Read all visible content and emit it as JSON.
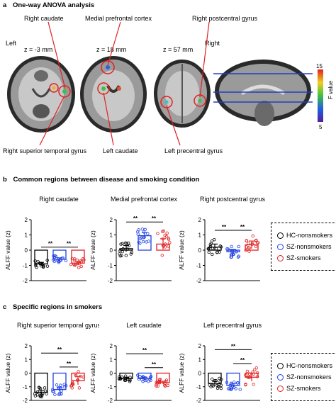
{
  "panel_a": {
    "letter": "a",
    "title": "One-way ANOVA analysis",
    "annot_right_caudate": "Right caudate",
    "annot_mpfc": "Medial prefrontal cortex",
    "annot_right_postcentral": "Right postcentral gyrus",
    "annot_left": "Left",
    "annot_right": "Right",
    "z1": "z = -3 mm",
    "z2": "z = 18 mm",
    "z3": "z = 57 mm",
    "annot_right_stg": "Right superior temporal gyrus",
    "annot_left_caudate": "Left caudate",
    "annot_left_precentral": "Left precentral gyrus",
    "colorbar_max": "15",
    "colorbar_min": "5",
    "colorbar_label": "F value"
  },
  "panel_b": {
    "letter": "b",
    "title": "Common regions between disease and smoking condition"
  },
  "panel_c": {
    "letter": "c",
    "title": "Specific regions in smokers"
  },
  "legend": {
    "items": [
      "HC-nonsmokers",
      "SZ-nonsmokers",
      "SZ-smokers"
    ],
    "colors": [
      "#000000",
      "#2040e0",
      "#e02020"
    ]
  },
  "chart_data": [
    {
      "type": "bar",
      "title": "Right caudate",
      "ylabel": "ALFF value (z)",
      "ylim": [
        -2,
        2
      ],
      "yticks": [
        -2,
        -1,
        0,
        1,
        2
      ],
      "categories": [
        "HC-nonsmokers",
        "SZ-nonsmokers",
        "SZ-smokers"
      ],
      "values": [
        -0.9,
        -0.6,
        -0.85
      ],
      "errors": [
        0.1,
        0.1,
        0.12
      ],
      "significance": [
        {
          "from": 0,
          "to": 1,
          "label": "**"
        },
        {
          "from": 1,
          "to": 2,
          "label": "**"
        }
      ]
    },
    {
      "type": "bar",
      "title": "Medial prefrontal cortex",
      "ylabel": "ALFF value (z)",
      "ylim": [
        -2,
        2
      ],
      "yticks": [
        -2,
        -1,
        0,
        1,
        2
      ],
      "categories": [
        "HC-nonsmokers",
        "SZ-nonsmokers",
        "SZ-smokers"
      ],
      "values": [
        0.1,
        0.95,
        0.4
      ],
      "errors": [
        0.2,
        0.2,
        0.35
      ],
      "significance": [
        {
          "from": 0,
          "to": 1,
          "label": "**"
        },
        {
          "from": 1,
          "to": 2,
          "label": "**"
        }
      ]
    },
    {
      "type": "bar",
      "title": "Right postcentral gyrus",
      "ylabel": "ALFF value (z)",
      "ylim": [
        -2,
        2
      ],
      "yticks": [
        -2,
        -1,
        0,
        1,
        2
      ],
      "categories": [
        "HC-nonsmokers",
        "SZ-nonsmokers",
        "SZ-smokers"
      ],
      "values": [
        0.2,
        -0.1,
        0.35
      ],
      "errors": [
        0.2,
        0.15,
        0.25
      ],
      "significance": [
        {
          "from": 0,
          "to": 1,
          "label": "**"
        },
        {
          "from": 1,
          "to": 2,
          "label": "**"
        }
      ]
    },
    {
      "type": "bar",
      "title": "Right superior temporal gyrus",
      "ylabel": "ALFF value (z)",
      "ylim": [
        -2,
        2
      ],
      "yticks": [
        -2,
        -1,
        0,
        1,
        2
      ],
      "categories": [
        "HC-nonsmokers",
        "SZ-nonsmokers",
        "SZ-smokers"
      ],
      "values": [
        -1.4,
        -1.2,
        -0.55
      ],
      "errors": [
        0.15,
        0.15,
        0.3
      ],
      "significance": [
        {
          "from": 0,
          "to": 2,
          "label": "**"
        },
        {
          "from": 1,
          "to": 2,
          "label": "**"
        }
      ]
    },
    {
      "type": "bar",
      "title": "Left caudate",
      "ylabel": "ALFF value (z)",
      "ylim": [
        -2,
        2
      ],
      "yticks": [
        -2,
        -1,
        0,
        1,
        2
      ],
      "categories": [
        "HC-nonsmokers",
        "SZ-nonsmokers",
        "SZ-smokers"
      ],
      "values": [
        -0.4,
        -0.4,
        -0.7
      ],
      "errors": [
        0.1,
        0.1,
        0.1
      ],
      "significance": [
        {
          "from": 0,
          "to": 2,
          "label": "**"
        },
        {
          "from": 1,
          "to": 2,
          "label": "**"
        }
      ]
    },
    {
      "type": "bar",
      "title": "Left precentral gyrus",
      "ylabel": "ALFF value (z)",
      "ylim": [
        -2,
        2
      ],
      "yticks": [
        -2,
        -1,
        0,
        1,
        2
      ],
      "categories": [
        "HC-nonsmokers",
        "SZ-nonsmokers",
        "SZ-smokers"
      ],
      "values": [
        -0.75,
        -0.9,
        -0.3
      ],
      "errors": [
        0.15,
        0.15,
        0.3
      ],
      "significance": [
        {
          "from": 0,
          "to": 2,
          "label": "**"
        },
        {
          "from": 1,
          "to": 2,
          "label": "**"
        }
      ]
    }
  ]
}
